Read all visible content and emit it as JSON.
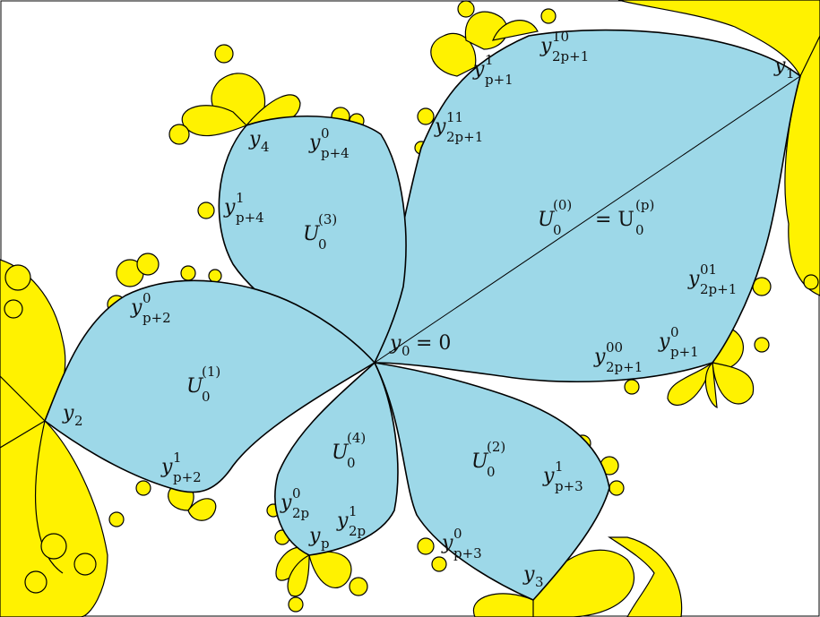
{
  "colors": {
    "basin": "#9dd8e8",
    "julia_fill": "#fff200",
    "boundary": "#000000",
    "background": "#ffffff"
  },
  "labels": {
    "U00": {
      "base": "U",
      "sub": "0",
      "sup": "(0)",
      "rest": "= U",
      "rest_sub": "0",
      "rest_sup": "(p)"
    },
    "U01": {
      "base": "U",
      "sub": "0",
      "sup": "(1)"
    },
    "U02": {
      "base": "U",
      "sub": "0",
      "sup": "(2)"
    },
    "U03": {
      "base": "U",
      "sub": "0",
      "sup": "(3)"
    },
    "U04": {
      "base": "U",
      "sub": "0",
      "sup": "(4)"
    },
    "y0": {
      "text": "y",
      "sub": "0",
      "rest": "= 0"
    },
    "y1": {
      "text": "y",
      "sub": "1"
    },
    "y2": {
      "text": "y",
      "sub": "2"
    },
    "y3": {
      "text": "y",
      "sub": "3"
    },
    "y4": {
      "text": "y",
      "sub": "4"
    },
    "yp": {
      "text": "y",
      "sub": "p"
    },
    "yp1_1": {
      "text": "y",
      "sup": "1",
      "sub": "p+1"
    },
    "yp1_0": {
      "text": "y",
      "sup": "0",
      "sub": "p+1"
    },
    "y2p1_10": {
      "text": "y",
      "sup": "10",
      "sub": "2p+1"
    },
    "y2p1_11": {
      "text": "y",
      "sup": "11",
      "sub": "2p+1"
    },
    "y2p1_01": {
      "text": "y",
      "sup": "01",
      "sub": "2p+1"
    },
    "y2p1_00": {
      "text": "y",
      "sup": "00",
      "sub": "2p+1"
    },
    "yp4_0": {
      "text": "y",
      "sup": "0",
      "sub": "p+4"
    },
    "yp4_1": {
      "text": "y",
      "sup": "1",
      "sub": "p+4"
    },
    "yp2_0": {
      "text": "y",
      "sup": "0",
      "sub": "p+2"
    },
    "yp2_1": {
      "text": "y",
      "sup": "1",
      "sub": "p+2"
    },
    "yp3_1": {
      "text": "y",
      "sup": "1",
      "sub": "p+3"
    },
    "yp3_0": {
      "text": "y",
      "sup": "0",
      "sub": "p+3"
    },
    "y2p_0": {
      "text": "y",
      "sup": "0",
      "sub": "2p"
    },
    "y2p_1": {
      "text": "y",
      "sup": "1",
      "sub": "2p"
    }
  }
}
